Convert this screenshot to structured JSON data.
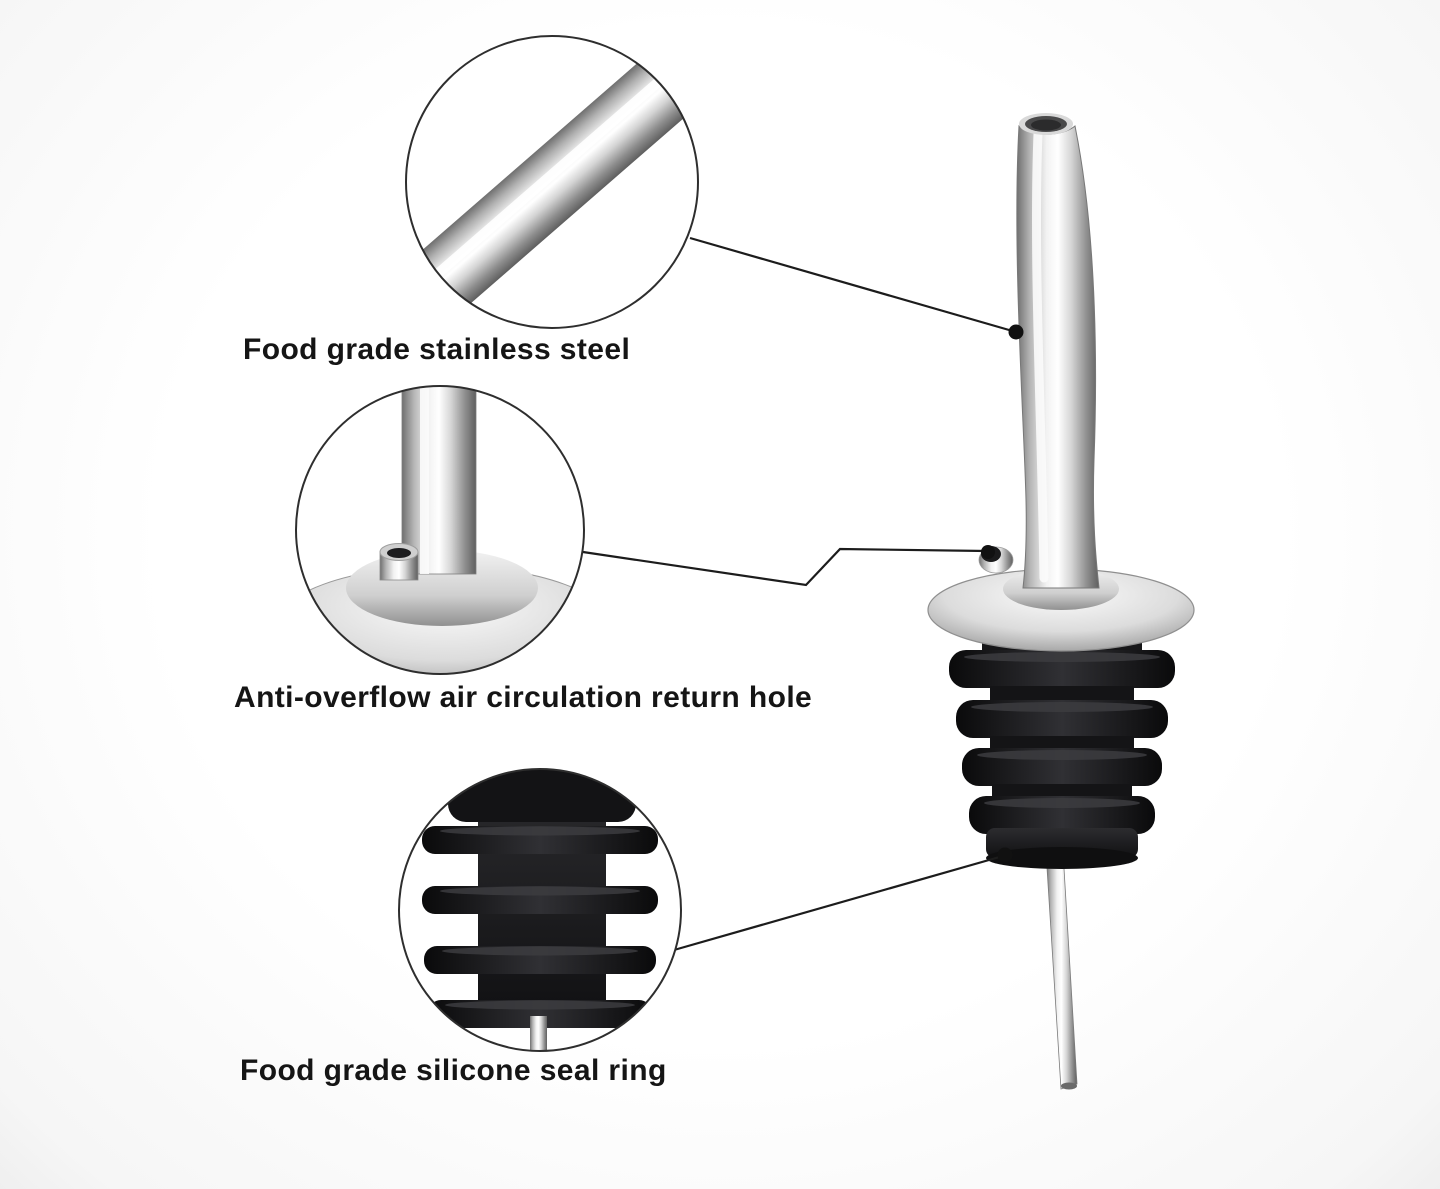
{
  "figure": {
    "type": "annotated-product-diagram",
    "product": "stainless-steel-bottle-pourer-spout"
  },
  "callouts": [
    {
      "id": "stainless-steel",
      "label": "Food grade stainless steel"
    },
    {
      "id": "air-return-hole",
      "label": "Anti-overflow air circulation return hole"
    },
    {
      "id": "silicone-seal",
      "label": "Food grade silicone seal ring"
    }
  ],
  "colors": {
    "label_text": "#151515",
    "leader_line": "#1c1c1c",
    "metal_highlight": "#ffffff",
    "metal_mid": "#c9c9c9",
    "metal_dark": "#6f6f6f",
    "rubber_black": "#121214",
    "background": "#ffffff"
  }
}
